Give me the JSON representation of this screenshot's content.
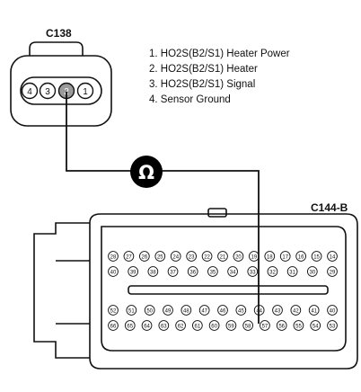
{
  "connectors": {
    "sensor": {
      "name": "C138",
      "pins": [
        "4",
        "3",
        "2",
        "1"
      ],
      "highlighted_pin": "2"
    },
    "ecm": {
      "name": "C144-B",
      "row1_pins": [
        "28",
        "27",
        "26",
        "25",
        "24",
        "23",
        "22",
        "21",
        "20",
        "19",
        "18",
        "17",
        "16",
        "15",
        "14"
      ],
      "row2_pins": [
        "40",
        "39",
        "38",
        "37",
        "36",
        "35",
        "34",
        "33",
        "32",
        "31",
        "30",
        "29"
      ],
      "row3_pins": [
        "52",
        "51",
        "50",
        "49",
        "48",
        "47",
        "46",
        "45",
        "44",
        "43",
        "42",
        "41",
        "40"
      ],
      "row4_pins": [
        "66",
        "65",
        "64",
        "63",
        "62",
        "61",
        "60",
        "59",
        "58",
        "57",
        "56",
        "55",
        "54",
        "53"
      ]
    }
  },
  "legend": [
    "1. HO2S(B2/S1)  Heater Power",
    "2. HO2S(B2/S1) Heater",
    "3. HO2S(B2/S1) Signal",
    "4. Sensor Ground"
  ],
  "meter": {
    "symbol": "Ω"
  },
  "colors": {
    "line": "#111111",
    "highlight_pin": "#9a9a9a",
    "background": "#ffffff"
  }
}
